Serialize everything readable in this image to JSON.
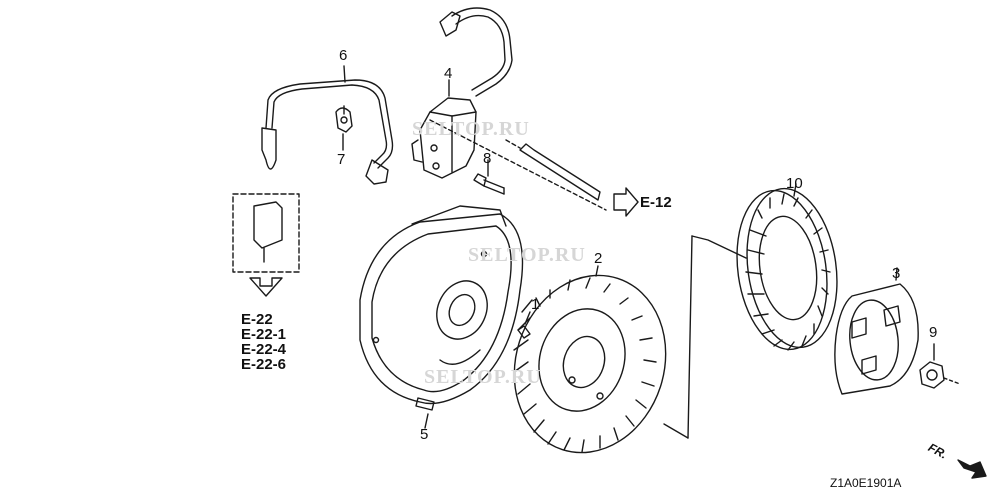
{
  "callouts": [
    {
      "id": "1",
      "label": "1"
    },
    {
      "id": "2",
      "label": "2"
    },
    {
      "id": "3",
      "label": "3"
    },
    {
      "id": "4",
      "label": "4"
    },
    {
      "id": "5",
      "label": "5"
    },
    {
      "id": "6",
      "label": "6"
    },
    {
      "id": "7",
      "label": "7"
    },
    {
      "id": "8",
      "label": "8"
    },
    {
      "id": "9",
      "label": "9"
    },
    {
      "id": "10",
      "label": "10"
    }
  ],
  "references": {
    "left_group": [
      "E-22",
      "E-22-1",
      "E-22-4",
      "E-22-6"
    ],
    "right": "E-12"
  },
  "watermarks": [
    "SELTOP.RU",
    "SELTOP.RU",
    "SELTOP.RU"
  ],
  "diagram_code": "Z1A0E1901A",
  "direction_label": "FR.",
  "colors": {
    "line": "#1a1a1a",
    "background": "#ffffff",
    "watermark": "#d6d6d6"
  }
}
